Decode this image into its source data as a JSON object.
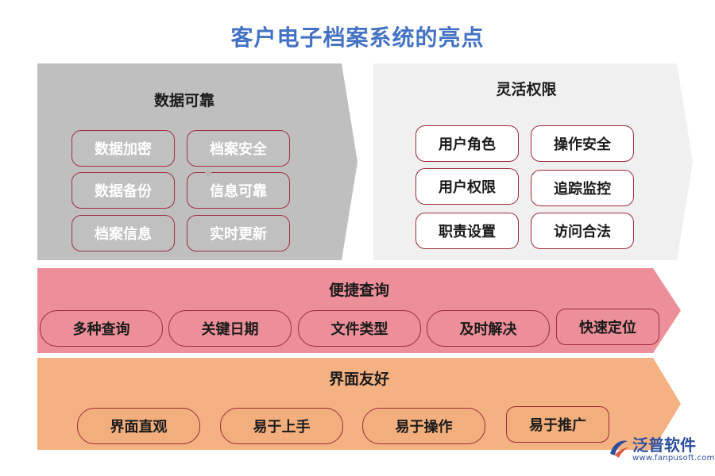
{
  "title": "客户电子档案系统的亮点",
  "panels": {
    "reliable": {
      "title": "数据可靠",
      "fill": "#bfbfbf",
      "items": [
        "数据加密",
        "档案安全",
        "数据备份",
        "信息可靠",
        "档案信息",
        "实时更新"
      ]
    },
    "permission": {
      "title": "灵活权限",
      "fill": "#f0f0f0",
      "items": [
        "用户角色",
        "操作安全",
        "用户权限",
        "追踪监控",
        "职责设置",
        "访问合法"
      ]
    },
    "query": {
      "title": "便捷查询",
      "fill": "#ec8f99",
      "items": [
        "多种查询",
        "关键日期",
        "文件类型",
        "及时解决",
        "快速定位"
      ]
    },
    "interface": {
      "title": "界面友好",
      "fill": "#f4b283",
      "items": [
        "界面直观",
        "易于上手",
        "易于操作",
        "易于推广"
      ]
    }
  },
  "logo": {
    "name": "泛普软件",
    "url": "www.fanpusoft.com",
    "color": "#2d4f9c"
  },
  "accent_border": "#9e2a3a"
}
